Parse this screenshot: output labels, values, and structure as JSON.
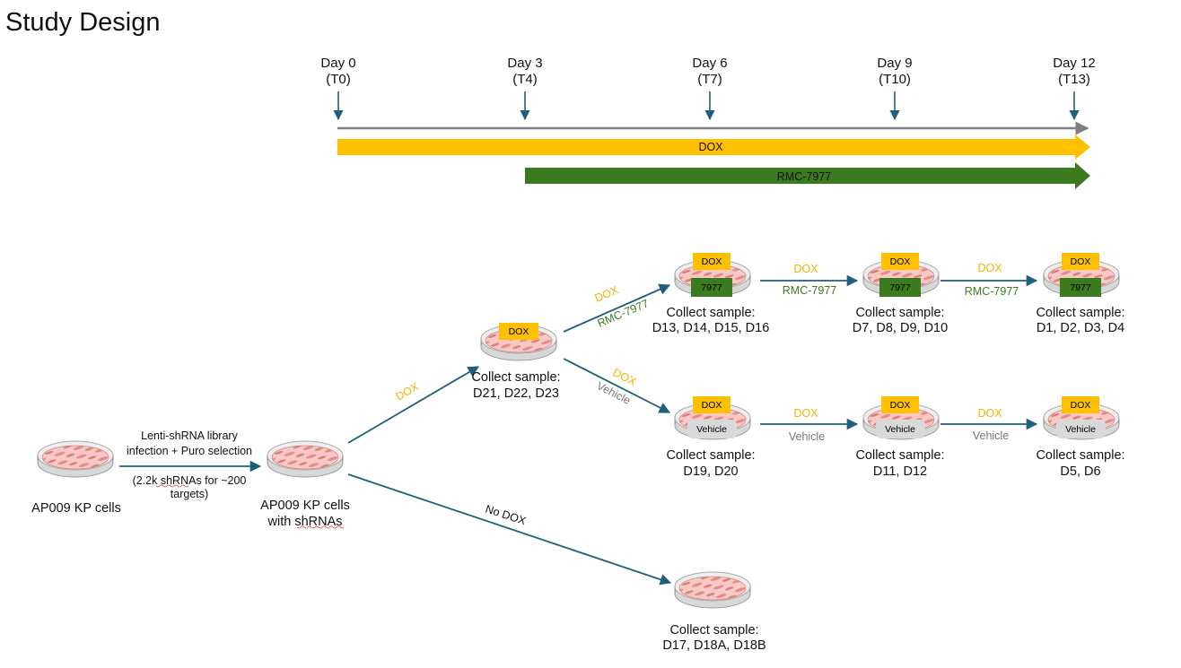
{
  "title": "Study Design",
  "timeline": {
    "days": [
      {
        "day": "Day 0",
        "t": "(T0)"
      },
      {
        "day": "Day 3",
        "t": "(T4)"
      },
      {
        "day": "Day 6",
        "t": "(T7)"
      },
      {
        "day": "Day 9",
        "t": "(T10)"
      },
      {
        "day": "Day 12",
        "t": "(T13)"
      }
    ],
    "dox_bar_label": "DOX",
    "rmc_bar_label": "RMC-7977"
  },
  "colors": {
    "arrow": "#1f5f7a",
    "timeline_gray": "#7f7f7f",
    "dox_yellow": "#ffc000",
    "dox_text": "#f0b400",
    "rmc_green": "#3b7a1f",
    "vehicle_gray": "#d9d9d9",
    "vehicle_text": "#777777",
    "dish_pink": "#f2b5b5"
  },
  "nodes": {
    "start_cells": {
      "label": "AP009 KP cells"
    },
    "infection": {
      "line1": "Lenti-shRNA library",
      "line2": "infection + Puro selection",
      "line3": "(2.2k shRNAs for ~200",
      "line4": "targets)"
    },
    "cells_shrna": {
      "line1": "AP009 KP cells",
      "line2": "with shRNAs"
    },
    "dox_dish": {
      "tag": "DOX",
      "line1": "Collect sample:",
      "line2": "D21, D22, D23"
    },
    "rmc_d13": {
      "tag1": "DOX",
      "tag2": "7977",
      "line1": "Collect sample:",
      "line2": "D13, D14, D15, D16"
    },
    "rmc_d7": {
      "tag1": "DOX",
      "tag2": "7977",
      "line1": "Collect sample:",
      "line2": "D7, D8, D9, D10"
    },
    "rmc_d1": {
      "tag1": "DOX",
      "tag2": "7977",
      "line1": "Collect sample:",
      "line2": "D1, D2, D3, D4"
    },
    "veh_d19": {
      "tag1": "DOX",
      "tag2": "Vehicle",
      "line1": "Collect sample:",
      "line2": "D19, D20"
    },
    "veh_d11": {
      "tag1": "DOX",
      "tag2": "Vehicle",
      "line1": "Collect sample:",
      "line2": "D11, D12"
    },
    "veh_d5": {
      "tag1": "DOX",
      "tag2": "Vehicle",
      "line1": "Collect sample:",
      "line2": "D5, D6"
    },
    "nodox": {
      "line1": "Collect sample:",
      "line2": "D17, D18A, D18B"
    }
  },
  "arrow_labels": {
    "to_dox": "DOX",
    "to_rmc_dox": "DOX",
    "to_rmc_rmc": "RMC-7977",
    "to_veh_dox": "DOX",
    "to_veh_veh": "Vehicle",
    "rmc_step1_dox": "DOX",
    "rmc_step1_rmc": "RMC-7977",
    "rmc_step2_dox": "DOX",
    "rmc_step2_rmc": "RMC-7977",
    "veh_step1_dox": "DOX",
    "veh_step1_veh": "Vehicle",
    "veh_step2_dox": "DOX",
    "veh_step2_veh": "Vehicle",
    "no_dox": "No DOX"
  }
}
